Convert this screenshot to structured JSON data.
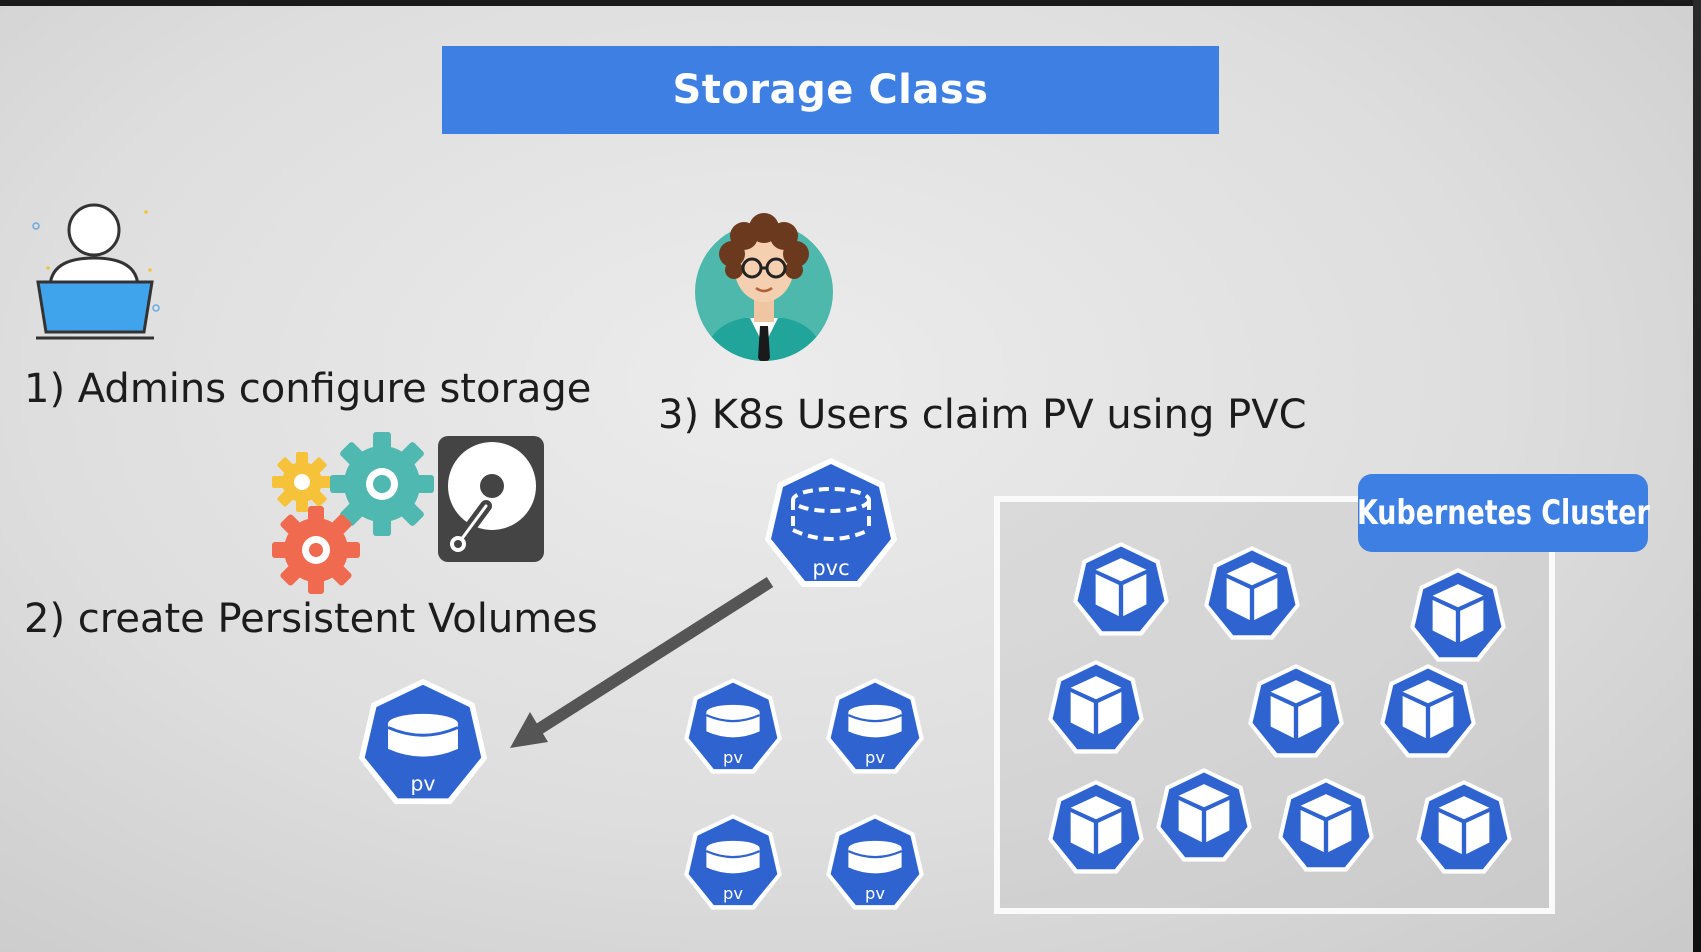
{
  "slide": {
    "title": "Storage Class",
    "steps": {
      "admins": "1) Admins configure storage",
      "create": "2) create Persistent Volumes",
      "users": "3) K8s Users claim PV using PVC"
    },
    "cluster_label": "Kubernetes Cluster",
    "pvc_label": "pvc",
    "pv_label": "pv"
  },
  "colors": {
    "accent_blue": "#3d7fe3",
    "k8s_blue": "#2f64d0",
    "gear_teal": "#4fb8b0",
    "gear_yellow": "#f6c23a",
    "gear_red": "#ef6a4e",
    "disk_grey": "#444444"
  },
  "icons": [
    "admin-laptop-icon",
    "gears-icon",
    "hard-disk-icon",
    "user-avatar-icon",
    "pvc-icon",
    "pv-icon",
    "pod-cube-icon",
    "arrow-icon"
  ]
}
